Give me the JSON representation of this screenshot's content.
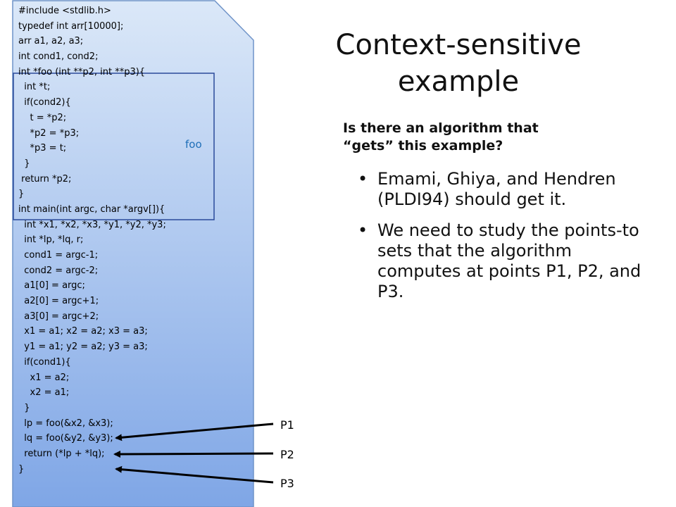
{
  "title": "Context-sensitive example",
  "question": "Is there an algorithm that “gets” this example?",
  "bullets": [
    "Emami, Ghiya, and Hendren (PLDI94) should get it.",
    "We need to study the points-to sets that the algorithm computes at points P1, P2, and P3."
  ],
  "bullet_symbol": "•",
  "code_lines": [
    "#include <stdlib.h>",
    "typedef int arr[10000];",
    "arr a1, a2, a3;",
    "int cond1, cond2;",
    "int *foo (int **p2, int **p3){",
    "  int *t;",
    "  if(cond2){",
    "    t = *p2;",
    "    *p2 = *p3;",
    "    *p3 = t;",
    "  }",
    " return *p2;",
    "}",
    "int main(int argc, char *argv[]){",
    "  int *x1, *x2, *x3, *y1, *y2, *y3;",
    "  int *lp, *lq, r;",
    "  cond1 = argc-1;",
    "  cond2 = argc-2;",
    "  a1[0] = argc;",
    "  a2[0] = argc+1;",
    "  a3[0] = argc+2;",
    "  x1 = a1; x2 = a2; x3 = a3;",
    "  y1 = a1; y2 = a2; y3 = a3;",
    "  if(cond1){",
    "    x1 = a2;",
    "    x2 = a1;",
    "  }",
    "  lp = foo(&x2, &x3);",
    "  lq = foo(&y2, &y3);",
    "  return (*lp + *lq);",
    "}"
  ],
  "foo_label": "foo",
  "points": [
    "P1",
    "P2",
    "P3"
  ],
  "colors": {
    "panel_top": "#dbe8f8",
    "panel_bottom": "#7fa6e6",
    "panel_border": "#6f93c8",
    "box_border": "#2a4a9a",
    "foo_text": "#1f6fb8",
    "arrow": "#000000"
  }
}
